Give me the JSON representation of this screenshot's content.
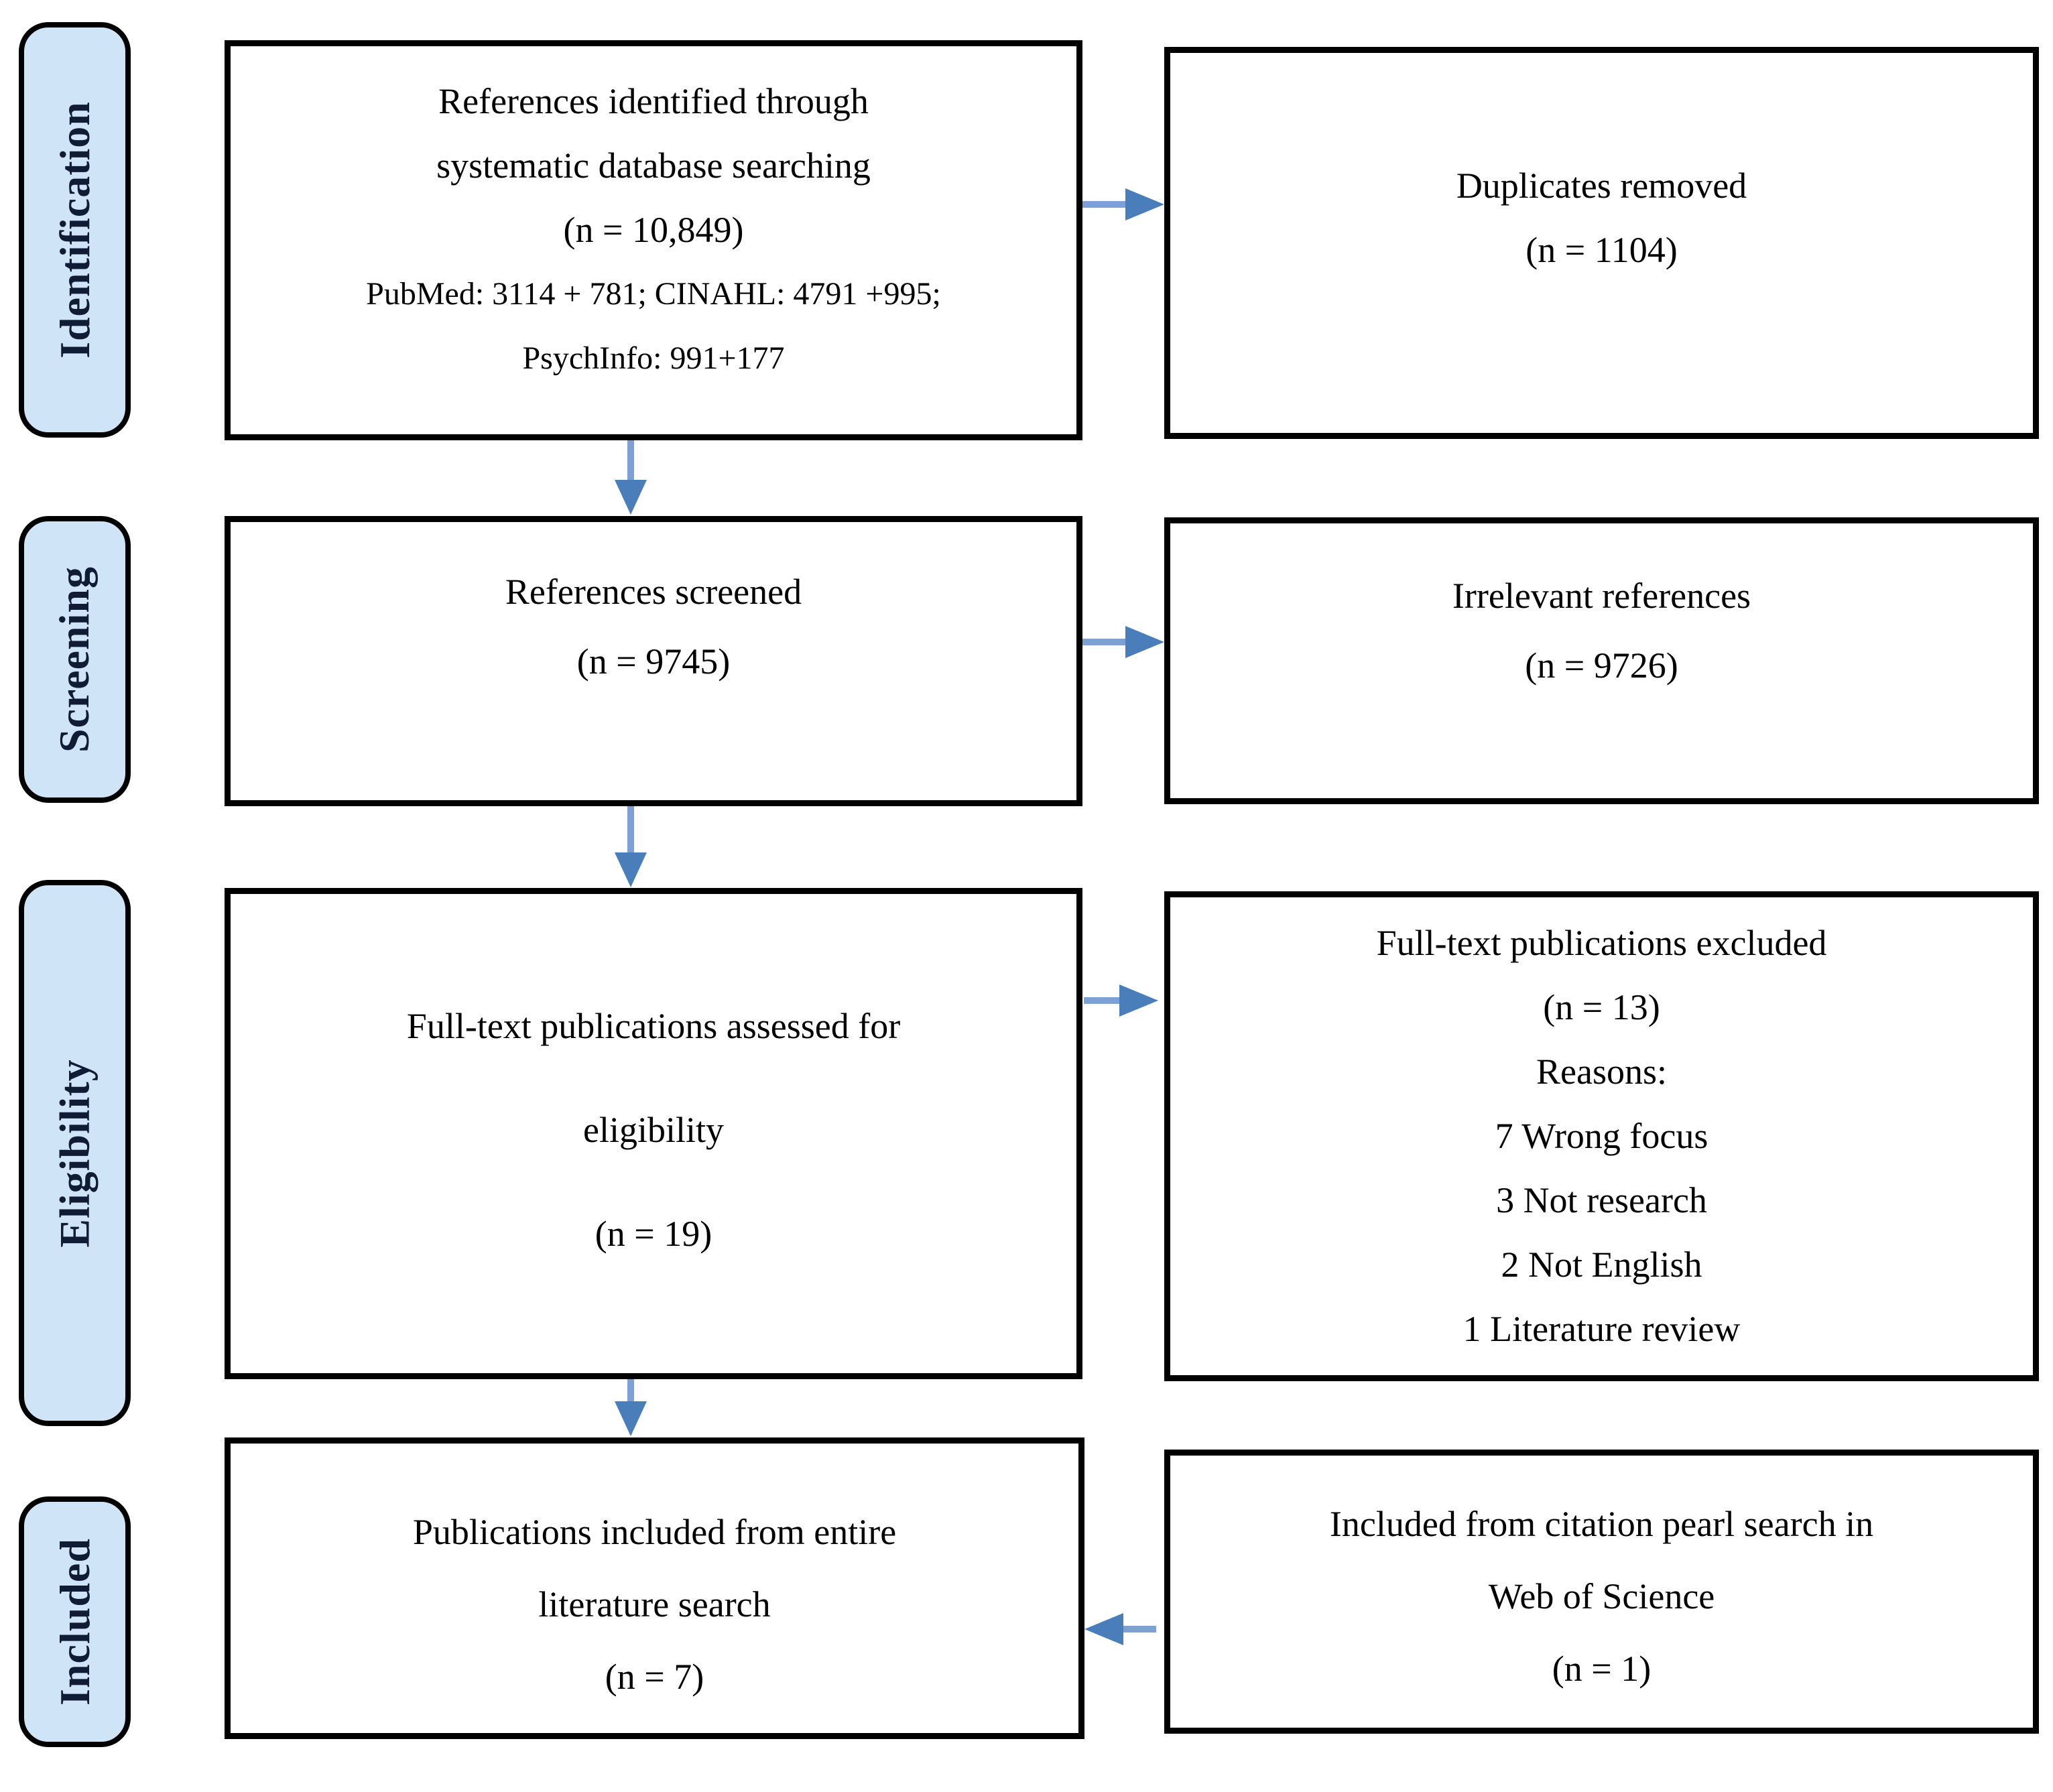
{
  "stages": [
    "Identification",
    "Screening",
    "Eligibility",
    "Included"
  ],
  "boxes": {
    "identified": {
      "lines": [
        "References identified through",
        "systematic database searching",
        "(n = 10,849)",
        "PubMed: 3114 + 781; CINAHL: 4791 +995;",
        "PsychInfo: 991+177"
      ]
    },
    "duplicates": {
      "lines": [
        "Duplicates removed",
        "(n = 1104)"
      ]
    },
    "screened": {
      "lines": [
        "References screened",
        "(n = 9745)"
      ]
    },
    "irrelevant": {
      "lines": [
        "Irrelevant references",
        "(n = 9726)"
      ]
    },
    "fulltext": {
      "lines": [
        "Full-text publications assessed for",
        "eligibility",
        "(n = 19)"
      ]
    },
    "excluded": {
      "lines": [
        "Full-text publications excluded",
        "(n = 13)",
        "Reasons:",
        "7 Wrong focus",
        "3 Not research",
        "2 Not English",
        "1 Literature review"
      ]
    },
    "included": {
      "lines": [
        "Publications included from entire",
        "literature search",
        "(n = 7)"
      ]
    },
    "pearl": {
      "lines": [
        "Included from citation pearl search in",
        "Web of Science",
        "(n = 1)"
      ]
    }
  },
  "colors": {
    "stage_fill": "#cfe4f7",
    "box_border": "#000000",
    "arrow_stem": "#7da1d4",
    "arrow_head": "#4a7ebb",
    "stage_text": "#101c33",
    "box_text": "#000000"
  }
}
